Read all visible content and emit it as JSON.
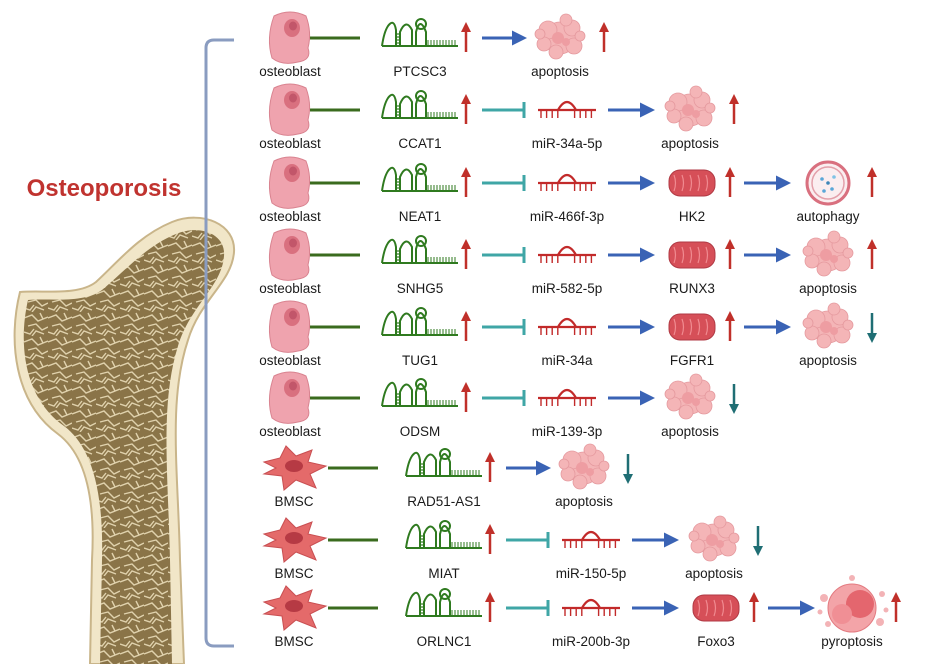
{
  "title": "Osteoporosis",
  "colors": {
    "title": "#c0332f",
    "bracket": "#8a9cc0",
    "link": "#3a6b1e",
    "lncrna": "#2f7a1f",
    "inhibit": "#3fa6a6",
    "mirna": "#c22a2a",
    "arrow": "#3a63b5",
    "up": "#c0302a",
    "down": "#1f6e74",
    "osteoblast": "#efa3ae",
    "bmsc": "#e46a6a",
    "protein": "#d64f58",
    "apoptosis": "#f4b5b7",
    "bone": "#8a7448",
    "bone_outline": "#c9b58a"
  },
  "rows": [
    {
      "cell": "osteoblast",
      "lncrna": "PTCSC3",
      "lnc_trend": "up",
      "first_link": "activate",
      "mirna": "",
      "protein": "",
      "protein_trend": "",
      "outcome": "apoptosis",
      "outcome_trend": "up"
    },
    {
      "cell": "osteoblast",
      "lncrna": "CCAT1",
      "lnc_trend": "up",
      "first_link": "inhibit",
      "mirna": "miR-34a-5p",
      "protein": "",
      "protein_trend": "",
      "outcome": "apoptosis",
      "outcome_trend": "up"
    },
    {
      "cell": "osteoblast",
      "lncrna": "NEAT1",
      "lnc_trend": "up",
      "first_link": "inhibit",
      "mirna": "miR-466f-3p",
      "protein": "HK2",
      "protein_trend": "up",
      "outcome": "autophagy",
      "outcome_trend": "up"
    },
    {
      "cell": "osteoblast",
      "lncrna": "SNHG5",
      "lnc_trend": "up",
      "first_link": "inhibit",
      "mirna": "miR-582-5p",
      "protein": "RUNX3",
      "protein_trend": "up",
      "outcome": "apoptosis",
      "outcome_trend": "up"
    },
    {
      "cell": "osteoblast",
      "lncrna": "TUG1",
      "lnc_trend": "up",
      "first_link": "inhibit",
      "mirna": "miR-34a",
      "protein": "FGFR1",
      "protein_trend": "up",
      "outcome": "apoptosis",
      "outcome_trend": "down"
    },
    {
      "cell": "osteoblast",
      "lncrna": "ODSM",
      "lnc_trend": "up",
      "first_link": "inhibit",
      "mirna": "miR-139-3p",
      "protein": "",
      "protein_trend": "",
      "outcome": "apoptosis",
      "outcome_trend": "down"
    },
    {
      "cell": "BMSC",
      "lncrna": "RAD51-AS1",
      "lnc_trend": "up",
      "first_link": "activate",
      "mirna": "",
      "protein": "",
      "protein_trend": "",
      "outcome": "apoptosis",
      "outcome_trend": "down"
    },
    {
      "cell": "BMSC",
      "lncrna": "MIAT",
      "lnc_trend": "up",
      "first_link": "inhibit",
      "mirna": "miR-150-5p",
      "protein": "",
      "protein_trend": "",
      "outcome": "apoptosis",
      "outcome_trend": "down"
    },
    {
      "cell": "BMSC",
      "lncrna": "ORLNC1",
      "lnc_trend": "up",
      "first_link": "inhibit",
      "mirna": "miR-200b-3p",
      "protein": "Foxo3",
      "protein_trend": "up",
      "outcome": "pyroptosis",
      "outcome_trend": "up"
    }
  ]
}
